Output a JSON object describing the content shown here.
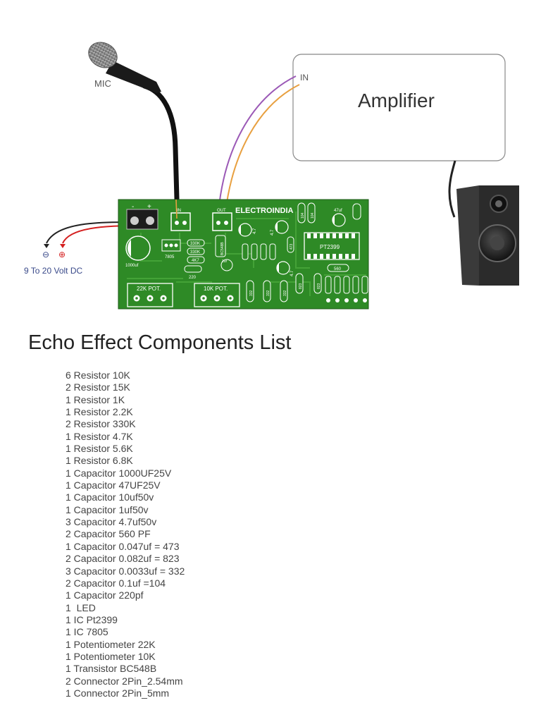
{
  "diagram": {
    "mic_label": "MIC",
    "amp_label": "Amplifier",
    "amp_input_label": "IN",
    "power_label": "9 To 20 Volt DC",
    "minus_symbol": "⊖",
    "plus_symbol": "⊕",
    "board": {
      "brand": "ELECTROINDIA",
      "ic_label": "PT2399",
      "terminal_minus": "-",
      "terminal_plus": "+",
      "in_label": "IN",
      "out_label": "OUT",
      "pot1_label": "22K POT.",
      "pot2_label": "10K POT.",
      "cap_1000": "1000uf",
      "reg_7805": "7805",
      "res_330k_a": "330K",
      "res_330k_b": "330K",
      "res_4k7": "4K7",
      "res_220": "220",
      "transistor": "BC548B",
      "cap_1uf": "1uf",
      "cap_47uf": "47uf",
      "cap_560": "560",
      "cap_104a": "104",
      "cap_104b": "104",
      "cap_823a": "823",
      "cap_823b": "823",
      "cap_332a": "332",
      "cap_332b": "332",
      "cap_332c": "332",
      "cap_473": "473",
      "cap_47a": "4.7",
      "cap_47b": "4.7",
      "cap_47c": "4.7"
    },
    "colors": {
      "pcb_green": "#2e8a26",
      "pcb_dark": "#1d5a18",
      "wire_purple": "#9b59b6",
      "wire_orange": "#e8a040",
      "wire_red": "#d42020",
      "wire_black": "#222222",
      "power_text": "#3a4a8a"
    }
  },
  "list": {
    "title": "Echo Effect Components List",
    "items": [
      "6 Resistor 10K",
      "2 Resistor 15K",
      "1 Resistor 1K",
      "1 Resistor 2.2K",
      "2 Resistor 330K",
      "1 Resistor 4.7K",
      "1 Resistor 5.6K",
      "1 Resistor 6.8K",
      "1 Capacitor 1000UF25V",
      "1 Capacitor 47UF25V",
      "1 Capacitor 10uf50v",
      "1 Capacitor 1uf50v",
      "3 Capacitor 4.7uf50v",
      "2 Capacitor 560 PF",
      "1 Capacitor 0.047uf = 473",
      "2 Capacitor 0.082uf = 823",
      "3 Capacitor 0.0033uf = 332",
      "2 Capacitor 0.1uf =104",
      "1 Capacitor 220pf",
      "1  LED",
      "1 IC Pt2399",
      "1 IC 7805",
      "1 Potentiometer 22K",
      "1 Potentiometer 10K",
      "1 Transistor BC548B",
      "2 Connector 2Pin_2.54mm",
      "1 Connector 2Pin_5mm"
    ]
  }
}
